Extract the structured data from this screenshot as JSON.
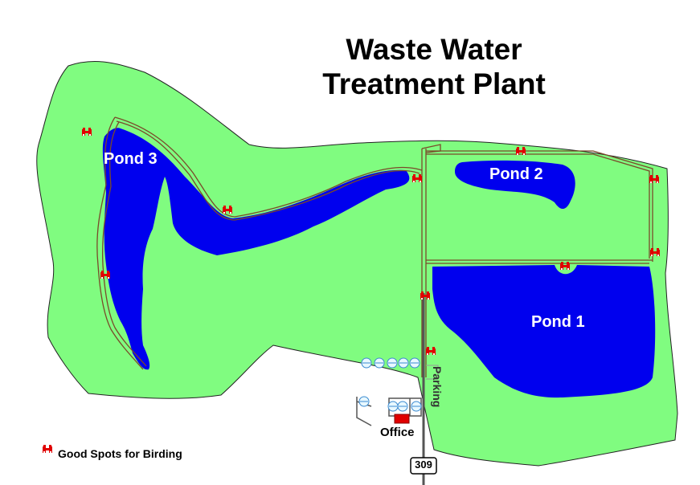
{
  "title": {
    "line1": "Waste Water",
    "line2": "Treatment Plant"
  },
  "ponds": {
    "pond1": "Pond 1",
    "pond2": "Pond 2",
    "pond3": "Pond 3"
  },
  "labels": {
    "office": "Office",
    "parking": "Parking",
    "route": "309"
  },
  "legend": {
    "label": "Good Spots for Birding",
    "icon": "binoculars-icon"
  },
  "colors": {
    "land": "#80fc80",
    "water": "#0000ee",
    "trail": "#7a4a2a",
    "marker": "#ee0000",
    "road": "#555555"
  }
}
